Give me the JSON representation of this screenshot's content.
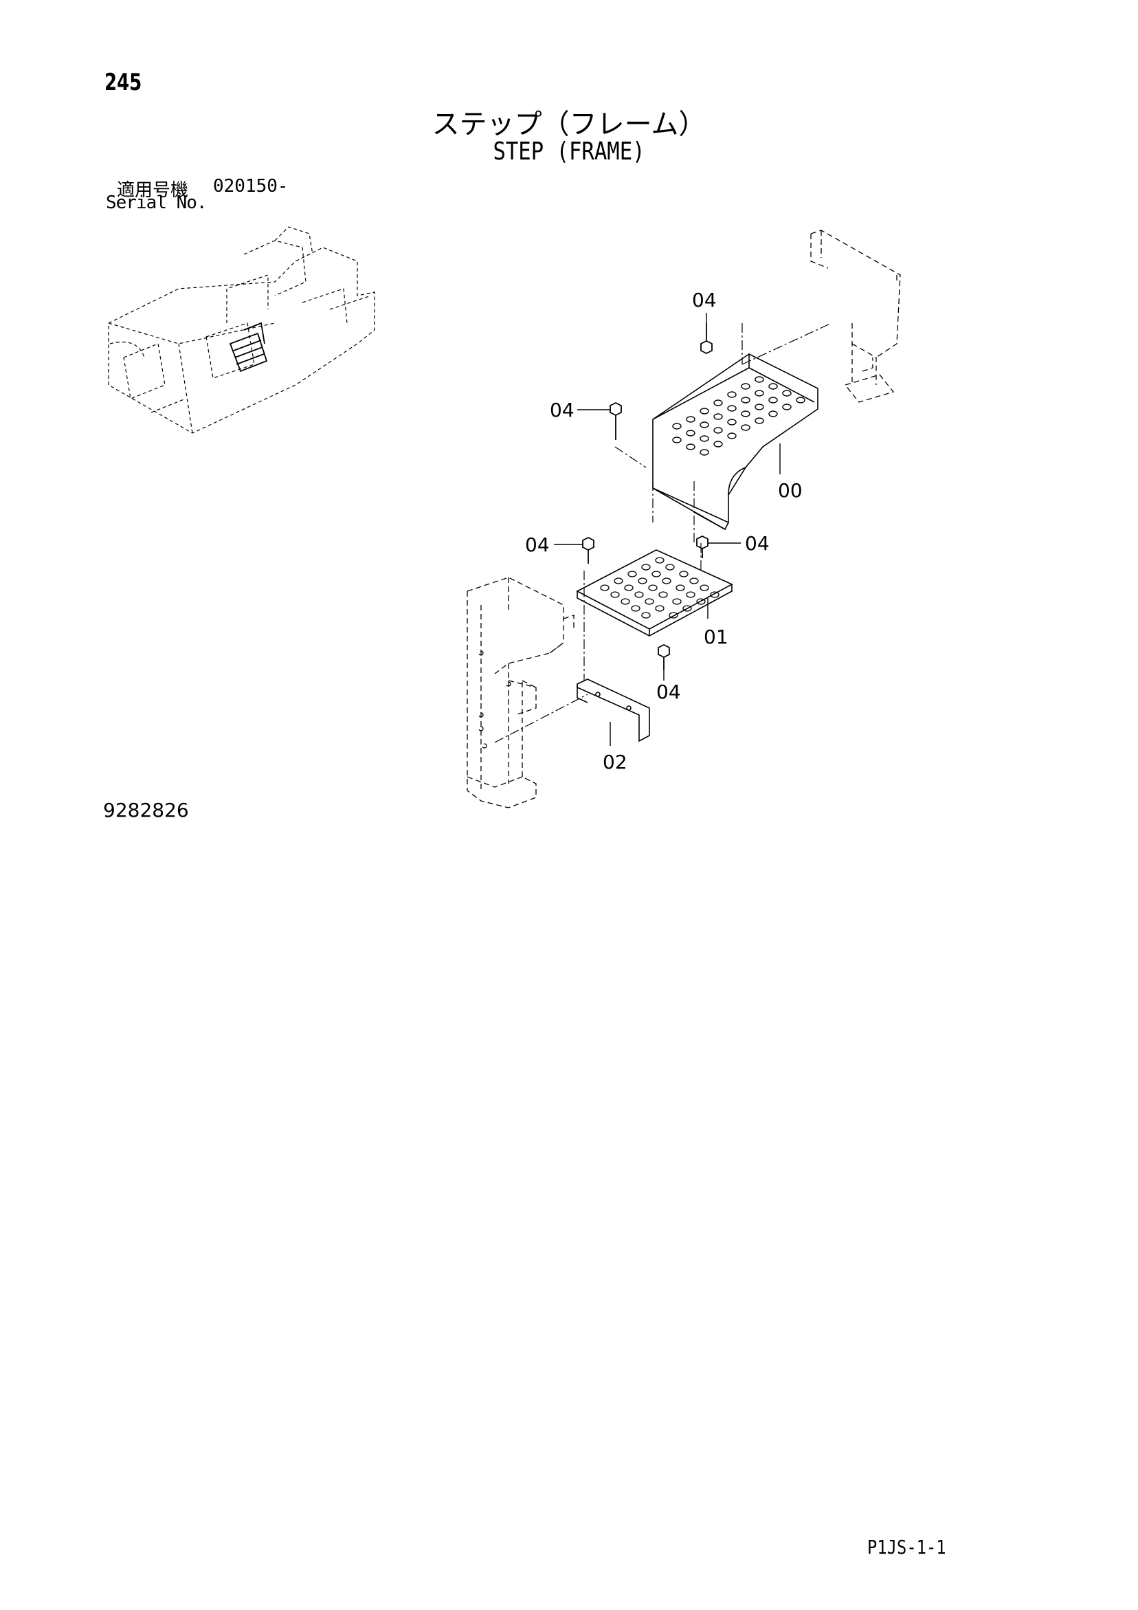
{
  "header": {
    "page_number": "245",
    "title_jp": "ステップ（フレーム）",
    "title_en": "STEP (FRAME)"
  },
  "serial": {
    "label_jp": "適用号機",
    "value": "020150-",
    "label_en": "Serial No."
  },
  "callouts": {
    "c1": "04",
    "c2": "04",
    "c3": "00",
    "c4": "04",
    "c5": "04",
    "c6": "01",
    "c7": "04",
    "c8": "02"
  },
  "drawing_number": "9282826",
  "footer": {
    "code": "P1JS-1-1"
  }
}
